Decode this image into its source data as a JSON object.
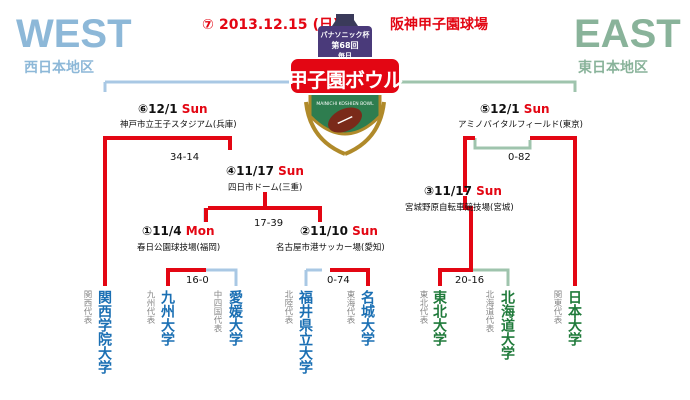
{
  "header": {
    "final_number": "⑦",
    "final_date": "2013.12.15",
    "final_day": "(日)",
    "final_venue": "阪神甲子園球場"
  },
  "regions": {
    "west_en": "WEST",
    "west_jp": "西日本地区",
    "east_en": "EAST",
    "east_jp": "東日本地区"
  },
  "logo": {
    "sponsor": "パナソニック杯",
    "edition": "第68回",
    "mainichi": "毎日",
    "title": "甲子園ボウル",
    "subtitle": "MAINICHI KOSHIEN BOWL"
  },
  "games": {
    "g6": {
      "number": "⑥",
      "date": "12/1",
      "day": "Sun",
      "venue": "神戸市立王子スタジアム(兵庫)",
      "score": "34-14"
    },
    "g5": {
      "number": "⑤",
      "date": "12/1",
      "day": "Sun",
      "venue": "アミノバイタルフィールド(東京)",
      "score": "0-82"
    },
    "g4": {
      "number": "④",
      "date": "11/17",
      "day": "Sun",
      "venue": "四日市ドーム(三重)",
      "score": "17-39"
    },
    "g3": {
      "number": "③",
      "date": "11/17",
      "day": "Sun",
      "venue": "宮城野原自転車競技場(宮城)",
      "score": "20-16"
    },
    "g1": {
      "number": "①",
      "date": "11/4",
      "day": "Mon",
      "venue": "春日公園球技場(福岡)",
      "score": "16-0"
    },
    "g2": {
      "number": "②",
      "date": "11/10",
      "day": "Sun",
      "venue": "名古屋市港サッカー場(愛知)",
      "score": "0-74"
    }
  },
  "teams": [
    {
      "name": "関西学院大学",
      "region": "関西代表"
    },
    {
      "name": "九州大学",
      "region": "九州代表"
    },
    {
      "name": "愛媛大学",
      "region": "中四国代表"
    },
    {
      "name": "福井県立大学",
      "region": "北陸代表"
    },
    {
      "name": "名城大学",
      "region": "東海代表"
    },
    {
      "name": "東北大学",
      "region": "東北代表"
    },
    {
      "name": "北海道大学",
      "region": "北海道代表"
    },
    {
      "name": "日本大学",
      "region": "関東代表"
    }
  ],
  "colors": {
    "winner_line": "#e30613",
    "west_line": "#a9c8e4",
    "east_line": "#9fc4ad",
    "west_team": "#1a6fb3",
    "east_team": "#1f7a3a"
  }
}
